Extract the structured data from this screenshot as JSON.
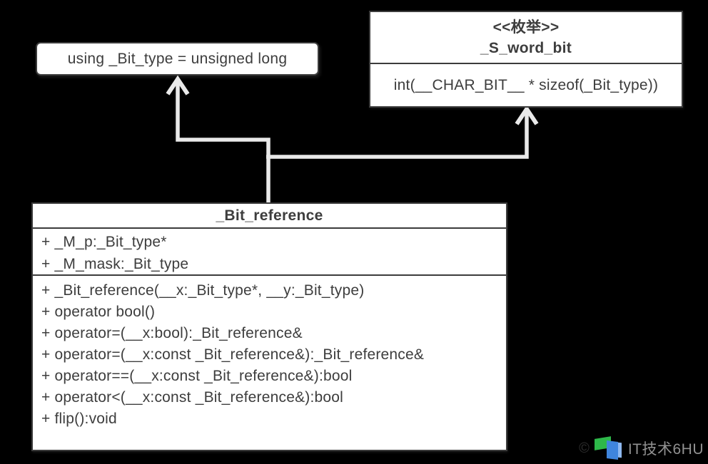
{
  "note": {
    "text": "using _Bit_type = unsigned long"
  },
  "enum": {
    "stereotype": "<<枚举>>",
    "name": "_S_word_bit",
    "value": "int(__CHAR_BIT__ * sizeof(_Bit_type))"
  },
  "class": {
    "name": "_Bit_reference",
    "attributes": [
      "+ _M_p:_Bit_type*",
      "+ _M_mask:_Bit_type"
    ],
    "methods": [
      "+ _Bit_reference(__x:_Bit_type*, __y:_Bit_type)",
      "+ operator bool()",
      "+ operator=(__x:bool):_Bit_reference&",
      "+ operator=(__x:const _Bit_reference&):_Bit_reference&",
      "+ operator==(__x:const _Bit_reference&):bool",
      "+ operator<(__x:const _Bit_reference&):bool",
      "+ flip():void"
    ]
  },
  "watermark": {
    "copyright": "©",
    "text": "IT技术6HU"
  },
  "colors": {
    "background": "#000000",
    "box_fill": "#ffffff",
    "box_border": "#3c3c3c",
    "text": "#3d3d3d",
    "connector": "#e9e9e9",
    "watermark_text": "#919191",
    "logo_green": "#2eb84a",
    "logo_blue": "#3f85dd"
  }
}
